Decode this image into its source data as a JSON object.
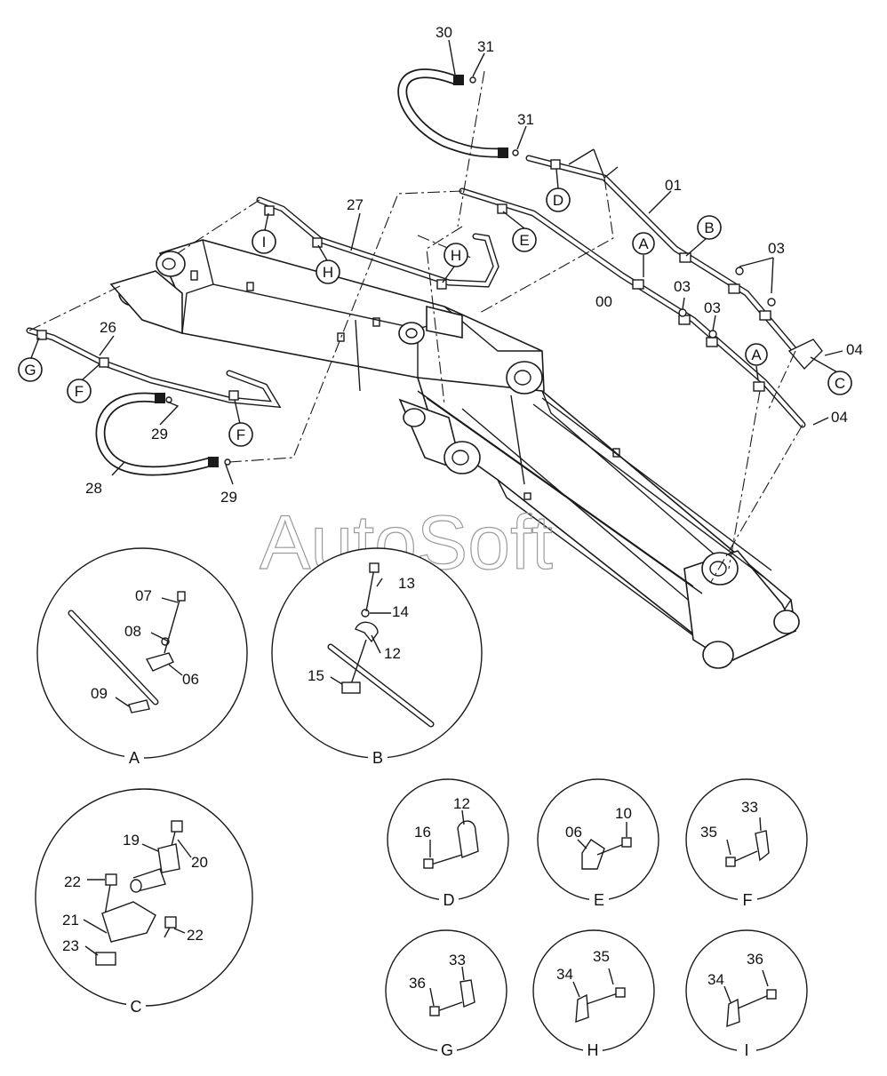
{
  "watermark": "AutoSoft",
  "part_labels": {
    "p00": "00",
    "p01": "01",
    "p03a": "03",
    "p03b": "03",
    "p03c": "03",
    "p04a": "04",
    "p04b": "04",
    "p26": "26",
    "p27": "27",
    "p28": "28",
    "p29a": "29",
    "p29b": "29",
    "p30": "30",
    "p31a": "31",
    "p31b": "31"
  },
  "callouts": {
    "A1": "A",
    "A2": "A",
    "B": "B",
    "C": "C",
    "D": "D",
    "E": "E",
    "F1": "F",
    "F2": "F",
    "G": "G",
    "H1": "H",
    "H2": "H",
    "I": "I"
  },
  "details": {
    "A": {
      "title": "A",
      "parts": {
        "p07": "07",
        "p08": "08",
        "p06": "06",
        "p09": "09"
      }
    },
    "B": {
      "title": "B",
      "parts": {
        "p13": "13",
        "p14": "14",
        "p12": "12",
        "p15": "15"
      }
    },
    "C": {
      "title": "C",
      "parts": {
        "p19": "19",
        "p20": "20",
        "p22a": "22",
        "p21": "21",
        "p22b": "22",
        "p23": "23"
      }
    },
    "D": {
      "title": "D",
      "parts": {
        "p16": "16",
        "p12": "12"
      }
    },
    "E": {
      "title": "E",
      "parts": {
        "p06": "06",
        "p10": "10"
      }
    },
    "F": {
      "title": "F",
      "parts": {
        "p35": "35",
        "p33": "33"
      }
    },
    "G": {
      "title": "G",
      "parts": {
        "p36": "36",
        "p33": "33"
      }
    },
    "H": {
      "title": "H",
      "parts": {
        "p34": "34",
        "p35": "35"
      }
    },
    "I": {
      "title": "I",
      "parts": {
        "p34": "34",
        "p36": "36"
      }
    }
  }
}
